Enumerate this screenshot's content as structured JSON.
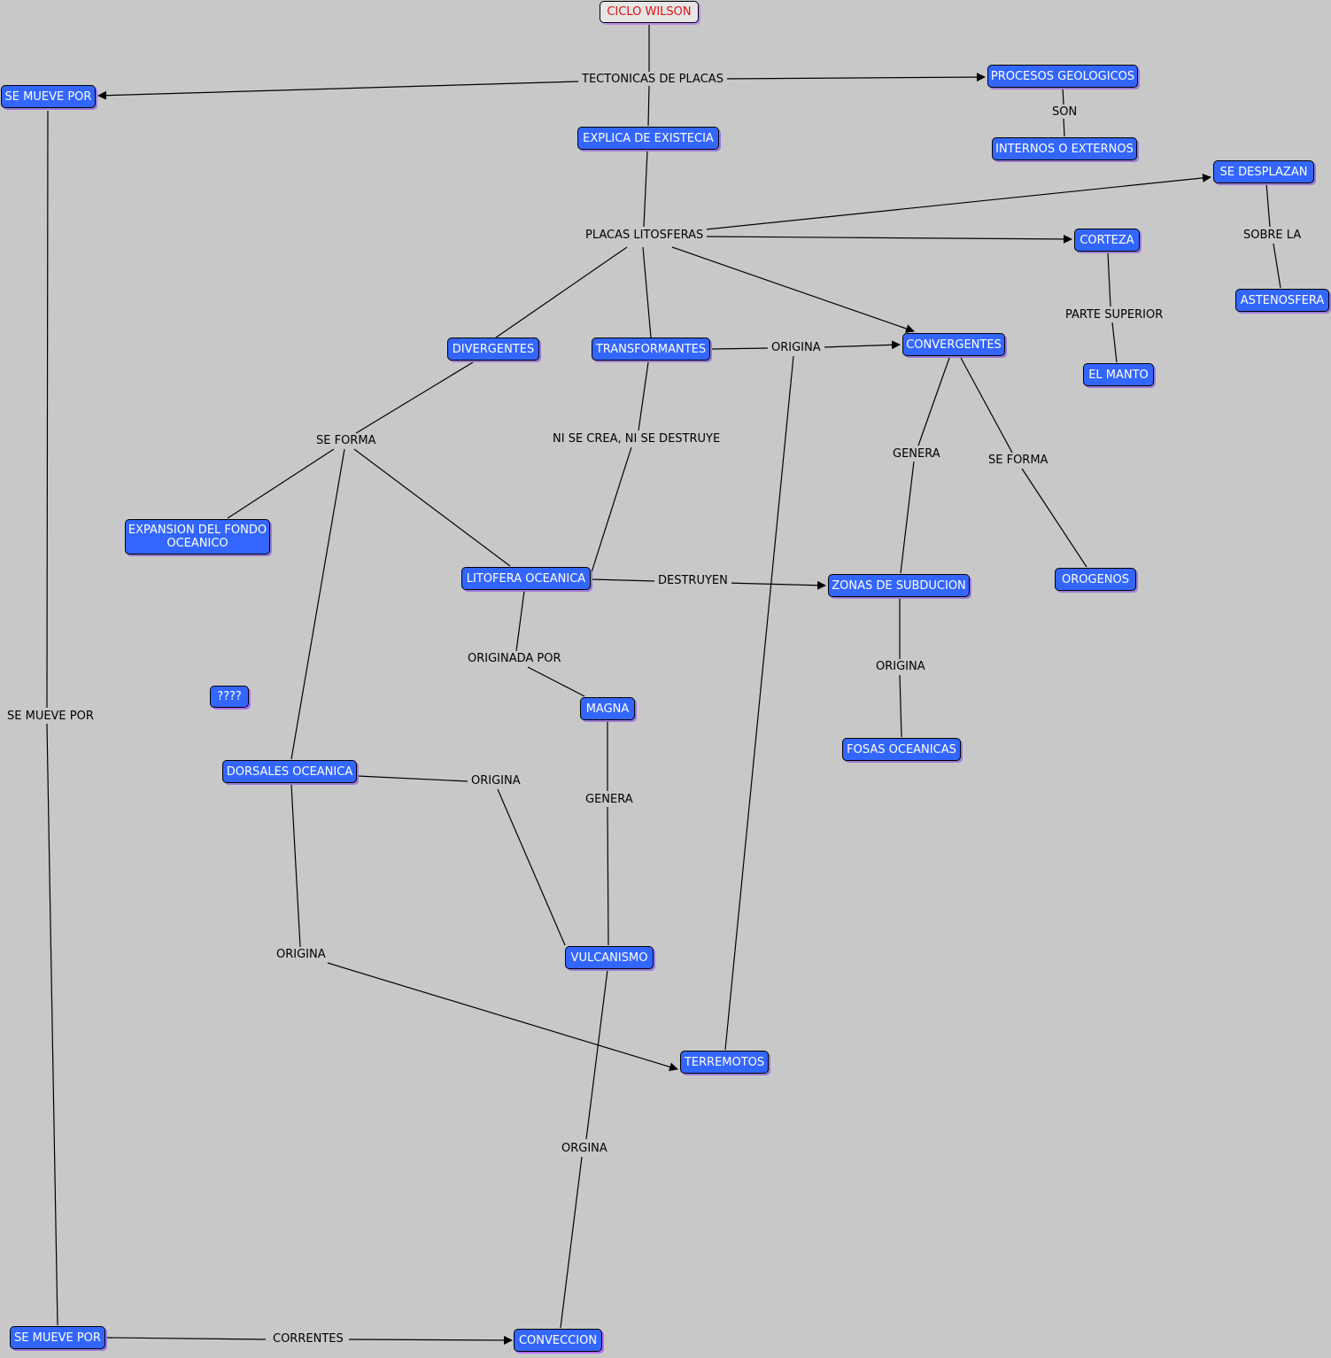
{
  "colors": {
    "background": "#c8c8c8",
    "node_fill": "#3366ff",
    "node_text": "#ffffff",
    "root_fill": "#e6e6e6",
    "root_text": "#e01010",
    "line": "#000000"
  },
  "nodes": {
    "ciclo_wilson": "CICLO WILSON",
    "se_mueve_por_top": "SE MUEVE POR",
    "procesos_geologicos": "PROCESOS GEOLOGICOS",
    "explica_existecia": "EXPLICA DE EXISTECIA",
    "internos_externos": "INTERNOS O EXTERNOS",
    "se_desplazan": "SE DESPLAZAN",
    "corteza": "CORTEZA",
    "astenosfera": "ASTENOSFERA",
    "divergentes": "DIVERGENTES",
    "transformantes": "TRANSFORMANTES",
    "convergentes": "CONVERGENTES",
    "el_manto": "EL MANTO",
    "expansion": "EXPANSION DEL FONDO OCEANICO",
    "litofera_oceanica": "LITOFERA OCEANICA",
    "zonas_subducion": "ZONAS DE SUBDUCION",
    "orogenos": "OROGENOS",
    "unknown": "????",
    "magna": "MAGNA",
    "dorsales_oceanica": "DORSALES OCEANICA",
    "fosas_oceanicas": "FOSAS OCEANICAS",
    "vulcanismo": "VULCANISMO",
    "terremotos": "TERREMOTOS",
    "se_mueve_por_bottom": "SE MUEVE POR",
    "conveccion": "CONVECCION"
  },
  "links": {
    "tectonicas": "TECTONICAS DE PLACAS",
    "son": "SON",
    "placas_litosferas": "PLACAS LITOSFERAS",
    "sobre_la": "SOBRE LA",
    "parte_superior": "PARTE SUPERIOR",
    "origina_conv": "ORIGINA",
    "se_forma_div": "SE FORMA",
    "ni_se_crea": "NI SE CREA, NI SE DESTRUYE",
    "genera_conv": "GENERA",
    "se_forma_conv": "SE FORMA",
    "destruyen": "DESTRUYEN",
    "originada_por": "ORIGINADA POR",
    "origina_zonas": "ORIGINA",
    "se_mueve_por_mid": "SE MUEVE POR",
    "origina_dorsales": "ORIGINA",
    "genera_magna": "GENERA",
    "origina_terremotos": "ORIGINA",
    "orgina": "ORGINA",
    "correntes": "CORRENTES"
  }
}
